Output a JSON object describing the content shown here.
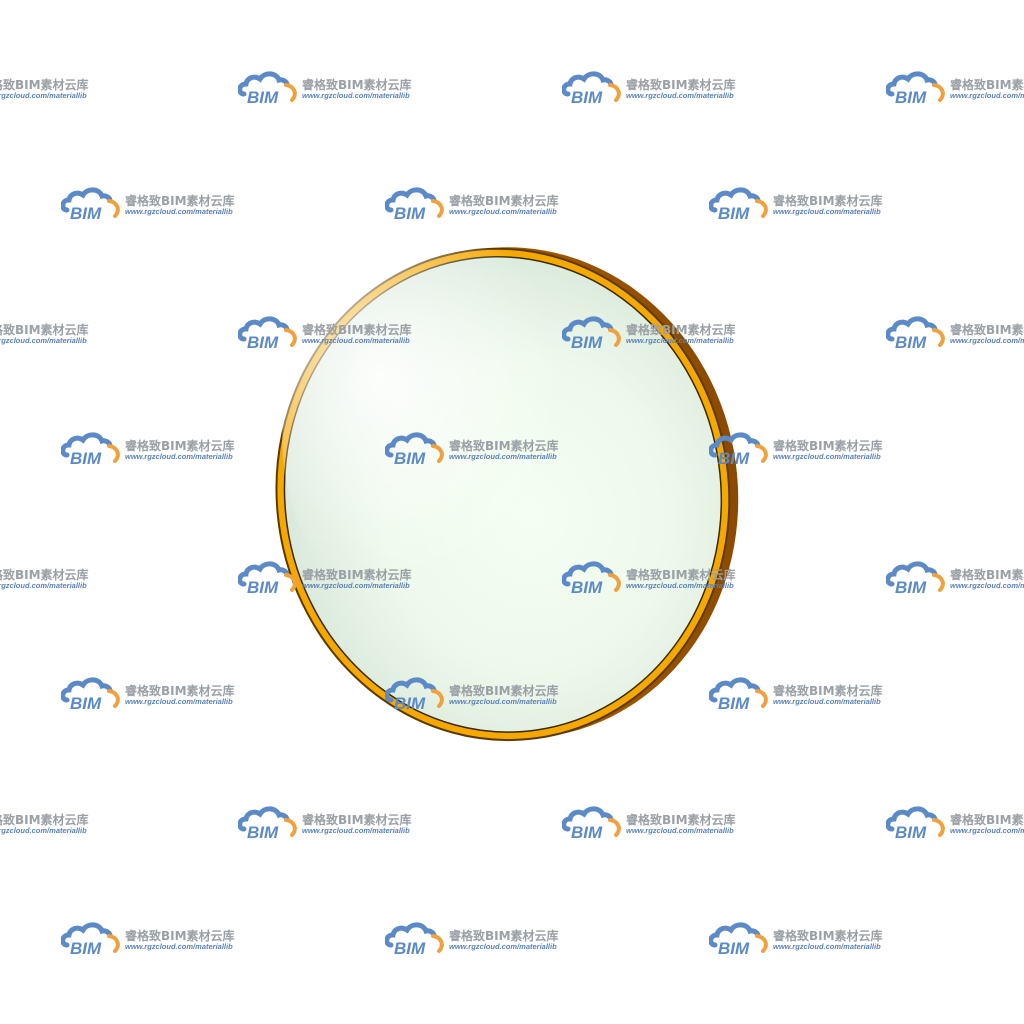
{
  "scene": {
    "object": "round-mirror",
    "frame_color": "#f5a800",
    "frame_shadow_color": "#9a5200",
    "glass_tint_color": "#e9fae9"
  },
  "watermark": {
    "logo_text": "BIM",
    "title": "睿格致BIM素材云库",
    "url": "www.rgzcloud.com/materiallib",
    "logo_blue": "#5b8ac6",
    "logo_orange": "#f0a03c"
  }
}
